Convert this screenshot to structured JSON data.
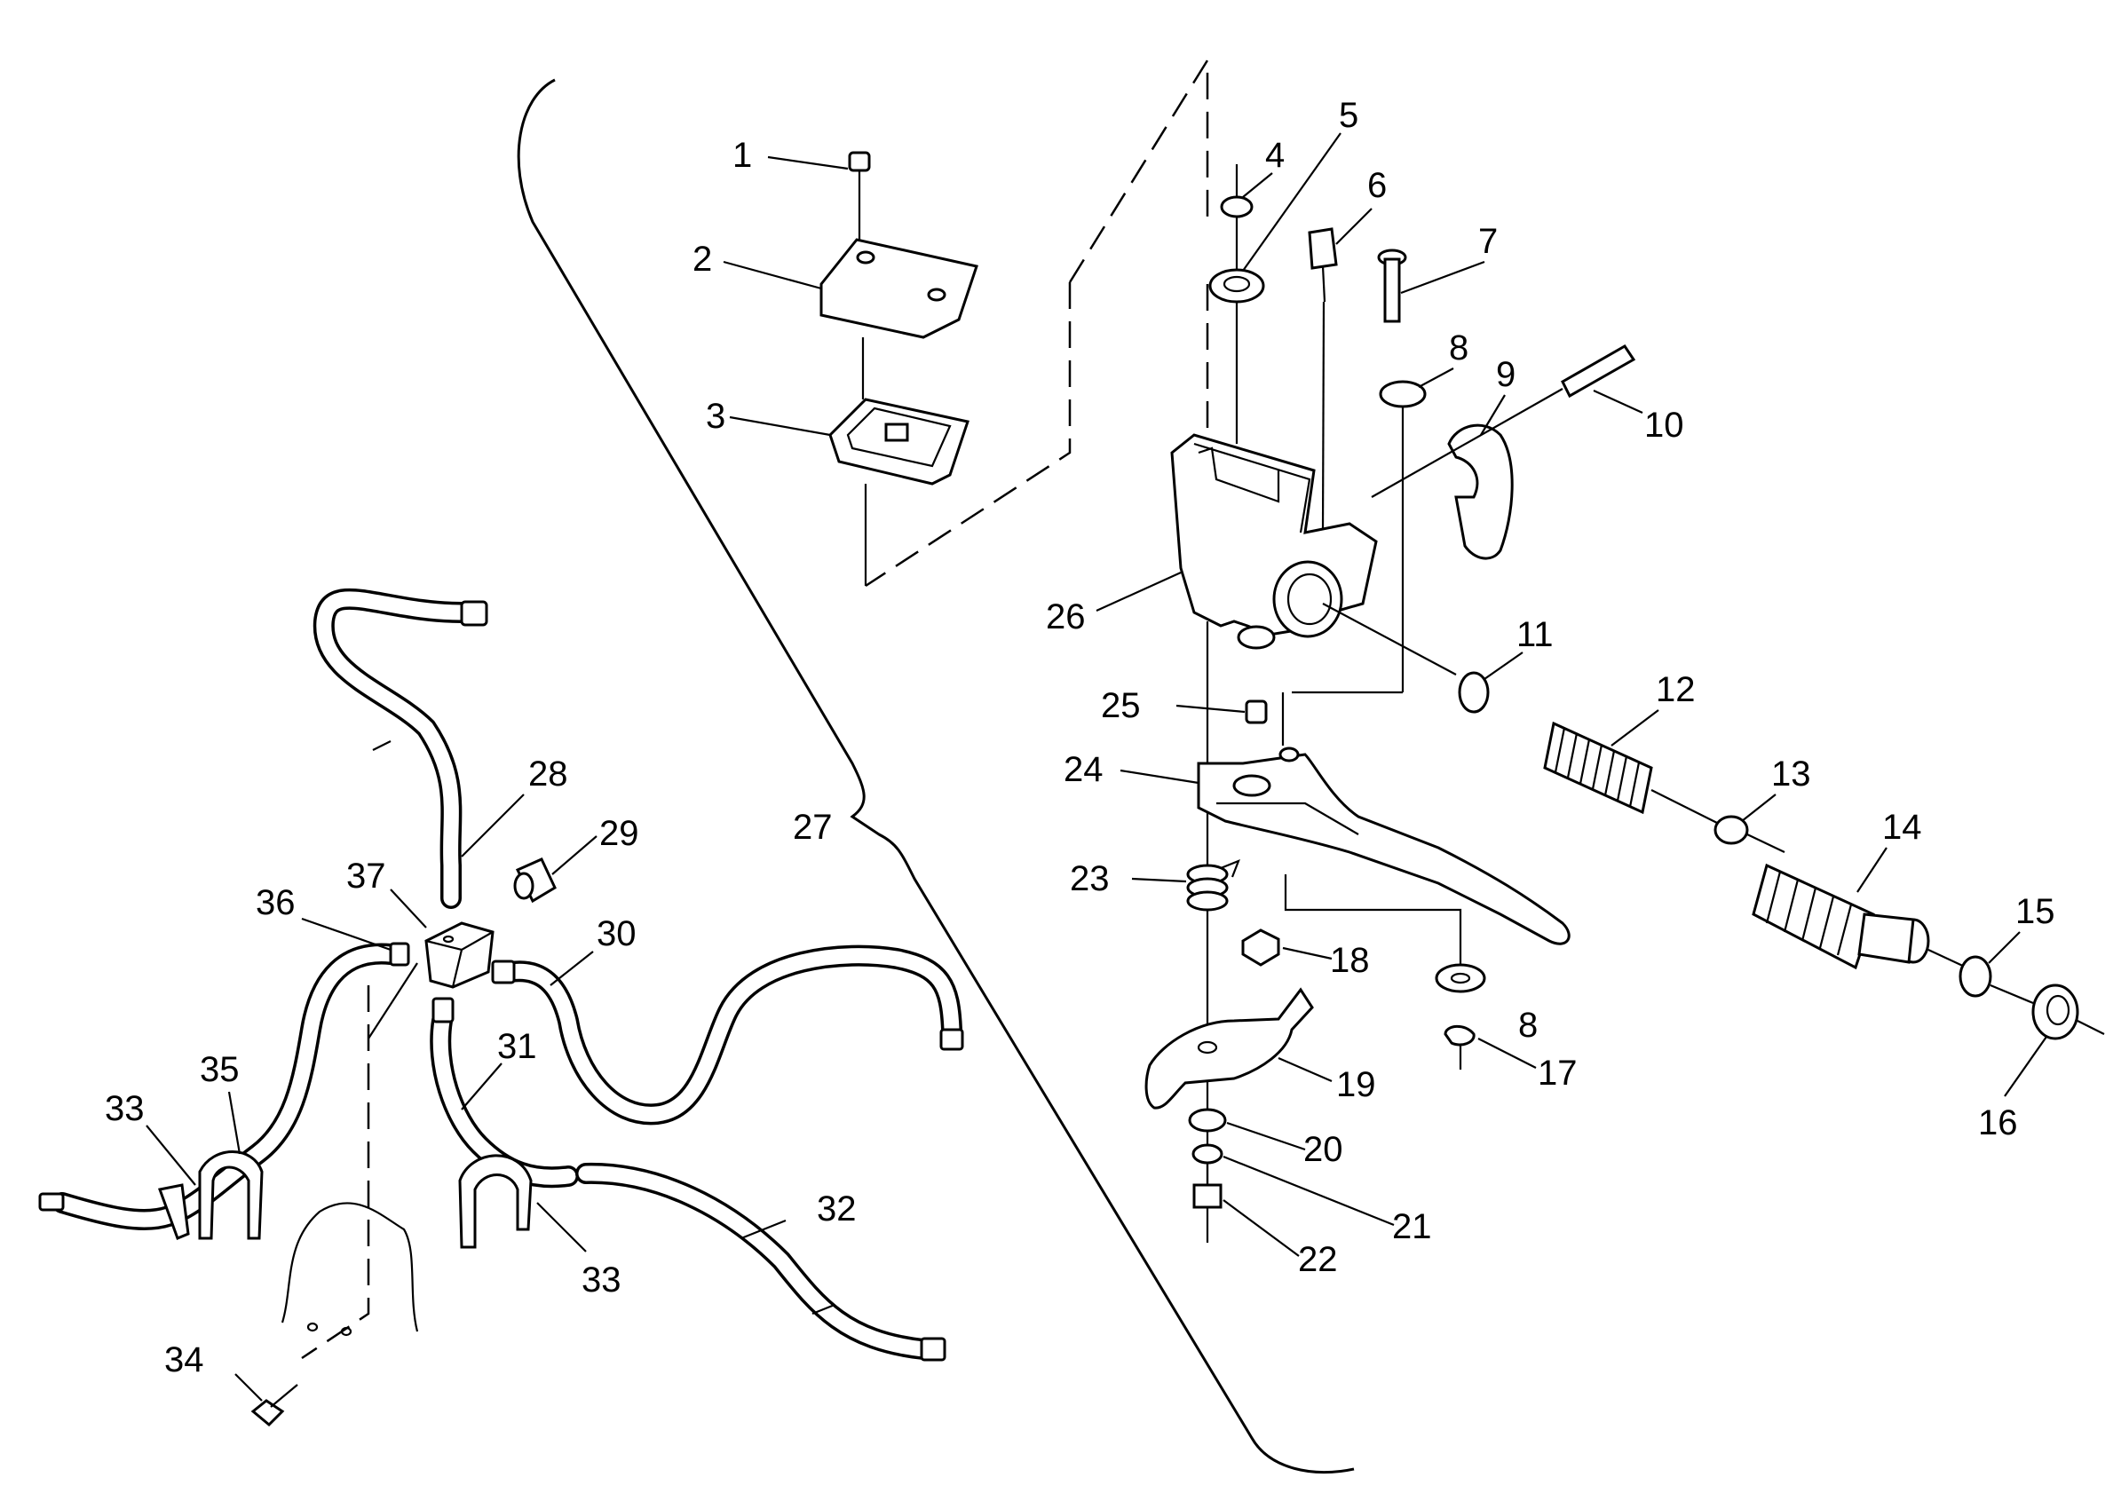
{
  "callouts": [
    "1",
    "2",
    "3",
    "4",
    "5",
    "6",
    "7",
    "8",
    "9",
    "10",
    "11",
    "12",
    "13",
    "14",
    "15",
    "16",
    "17",
    "18",
    "19",
    "20",
    "21",
    "22",
    "23",
    "24",
    "25",
    "26",
    "27",
    "28",
    "29",
    "30",
    "31",
    "32",
    "33",
    "34",
    "35",
    "36",
    "37"
  ],
  "callout_extra": {
    "8b": "8",
    "33b": "33"
  }
}
